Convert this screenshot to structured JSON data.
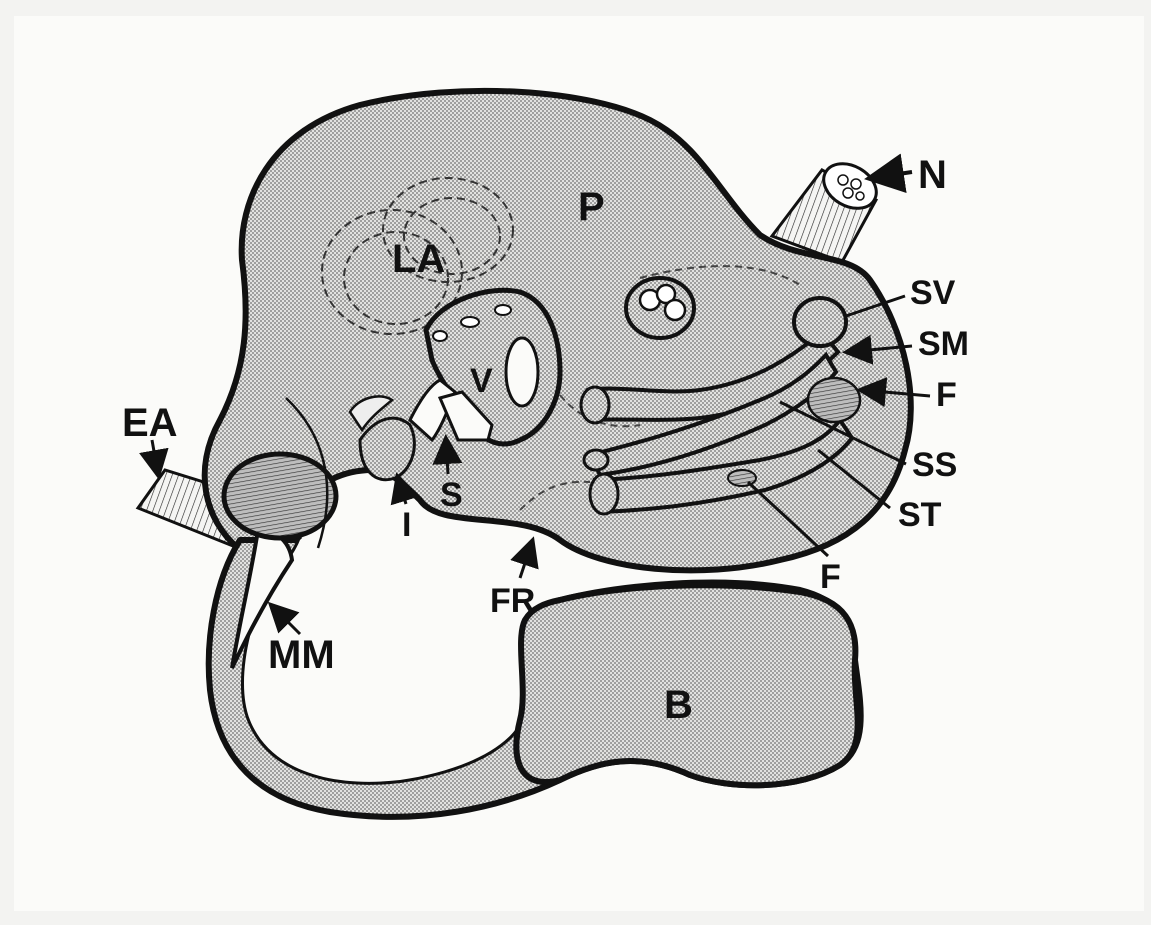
{
  "diagram": {
    "labels": {
      "N": "N",
      "P": "P",
      "LA": "LA",
      "SV": "SV",
      "SM": "SM",
      "F_upper": "F",
      "V": "V",
      "EA": "EA",
      "SS": "SS",
      "ST": "ST",
      "I": "I",
      "S": "S",
      "F_lower": "F",
      "FR": "FR",
      "MM": "MM",
      "B": "B"
    },
    "colors": {
      "background": "#f3f3f1",
      "paper": "#fbfbf9",
      "outline": "#111111",
      "stipple": "#9a9a9a"
    }
  }
}
